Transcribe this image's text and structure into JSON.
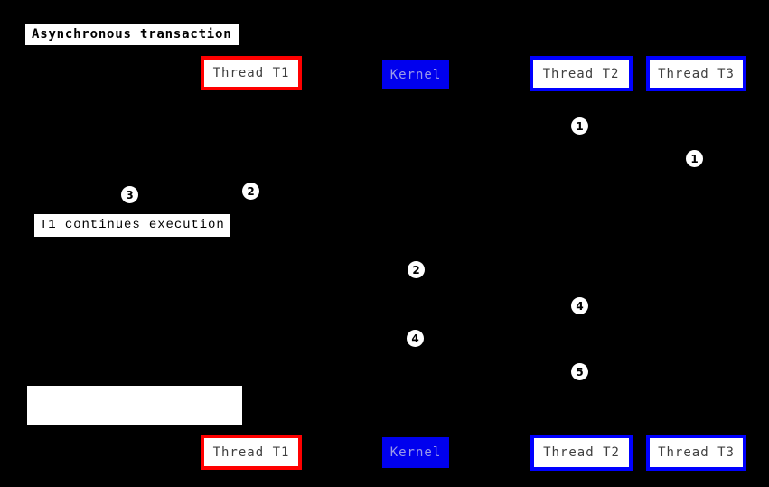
{
  "title": "Asynchronous transaction",
  "note": "T1 continues execution",
  "participants": {
    "thread_t1": "Thread T1",
    "kernel": "Kernel",
    "thread_t2": "Thread T2",
    "thread_t3": "Thread T3"
  },
  "steps": [
    "1",
    "1",
    "2",
    "3",
    "2",
    "4",
    "4",
    "5"
  ],
  "colors": {
    "background": "#000000",
    "box_background": "#ffffff",
    "thread_t1_border": "#ff0000",
    "thread_t2_border": "#0000ff",
    "thread_t3_border": "#0000ff",
    "kernel_background": "#0000ee",
    "kernel_text": "#9a9ae8",
    "participant_text": "#3f3f3f",
    "title_text": "#000000",
    "step_circle_background": "#ffffff",
    "step_circle_text": "#000000"
  }
}
